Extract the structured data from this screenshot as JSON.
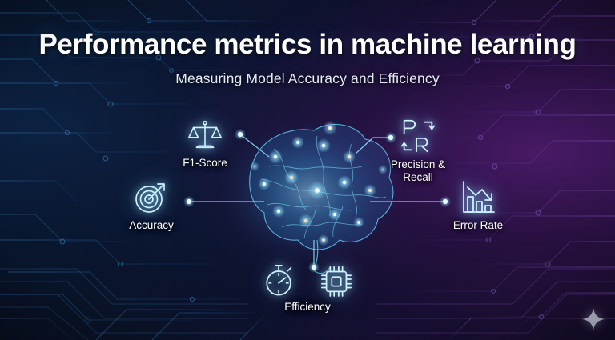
{
  "header": {
    "title": "Performance metrics in machine learning",
    "subtitle": "Measuring Model Accuracy and Efficiency"
  },
  "center": {
    "graphic": "neural-brain-network",
    "alt": "Glowing low-poly brain with network nodes"
  },
  "metrics": [
    {
      "id": "f1",
      "label": "F1-Score",
      "icon": "balance-scales-icon"
    },
    {
      "id": "accuracy",
      "label": "Accuracy",
      "icon": "target-arrow-icon"
    },
    {
      "id": "precision",
      "label": "Precision &\nRecall",
      "icon": "precision-recall-icon"
    },
    {
      "id": "error",
      "label": "Error Rate",
      "icon": "declining-bar-chart-icon"
    },
    {
      "id": "efficiency",
      "label": "Efficiency",
      "icon": "stopwatch-icon,cpu-chip-icon"
    }
  ],
  "decor": {
    "sparkle": "four-point-star-icon",
    "background": "circuit-board-pattern"
  },
  "colors": {
    "accent_cyan": "#7fe6ff",
    "accent_violet": "#7a4bd0",
    "bg_left": "#0a1326",
    "bg_right": "#1d0f33",
    "text": "#ffffff",
    "node_glow": "#9fe8ff"
  }
}
